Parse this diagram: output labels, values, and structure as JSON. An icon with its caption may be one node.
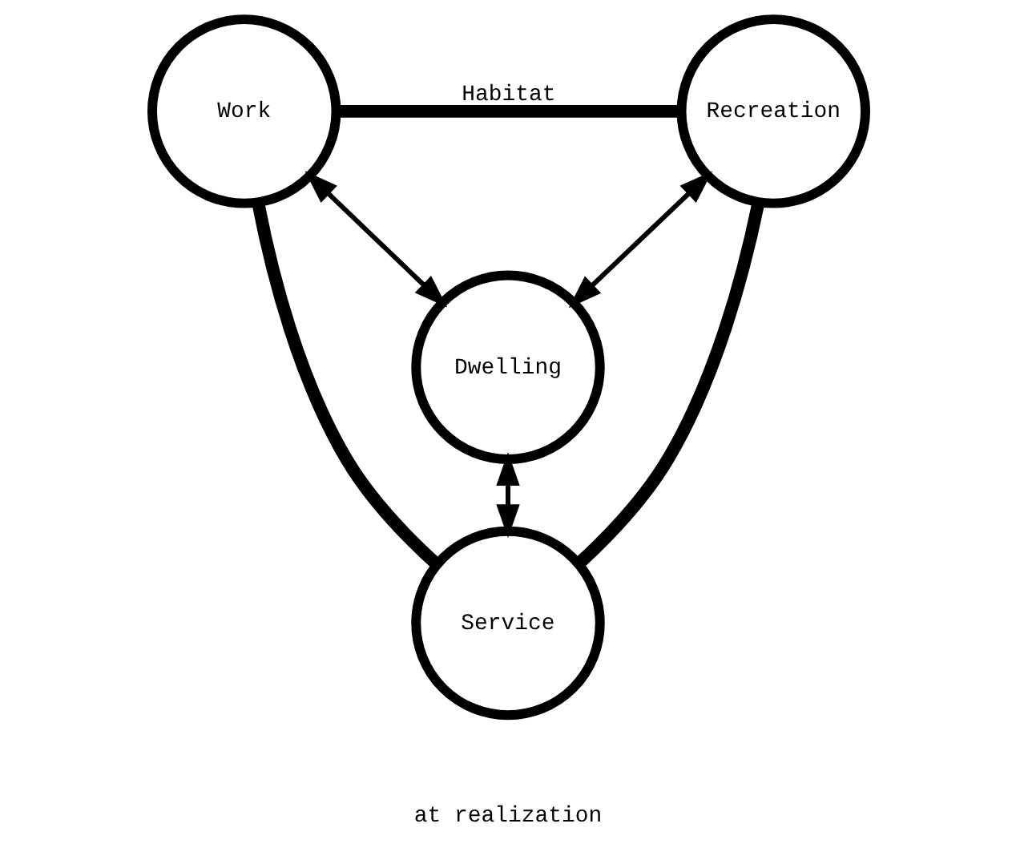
{
  "diagram": {
    "nodes": [
      {
        "text": [
          "Dwelling"
        ]
      },
      {
        "text": [
          "Work"
        ]
      },
      {
        "text": [
          "Recreation"
        ]
      },
      {
        "text": [
          "Service"
        ]
      }
    ],
    "edges": [
      {
        "from": 1,
        "to": 2,
        "arrow": "none",
        "label": "Habitat",
        "style": "thick"
      },
      {
        "from": 1,
        "to": 0,
        "arrow": "both"
      },
      {
        "from": 2,
        "to": 0,
        "arrow": "both"
      },
      {
        "from": 0,
        "to": 3,
        "arrow": "both"
      },
      {
        "from": 1,
        "to": 3,
        "arrow": "none",
        "style": "thick"
      },
      {
        "from": 2,
        "to": 3,
        "arrow": "none",
        "style": "thick"
      }
    ],
    "labels": [
      "at realization"
    ]
  }
}
